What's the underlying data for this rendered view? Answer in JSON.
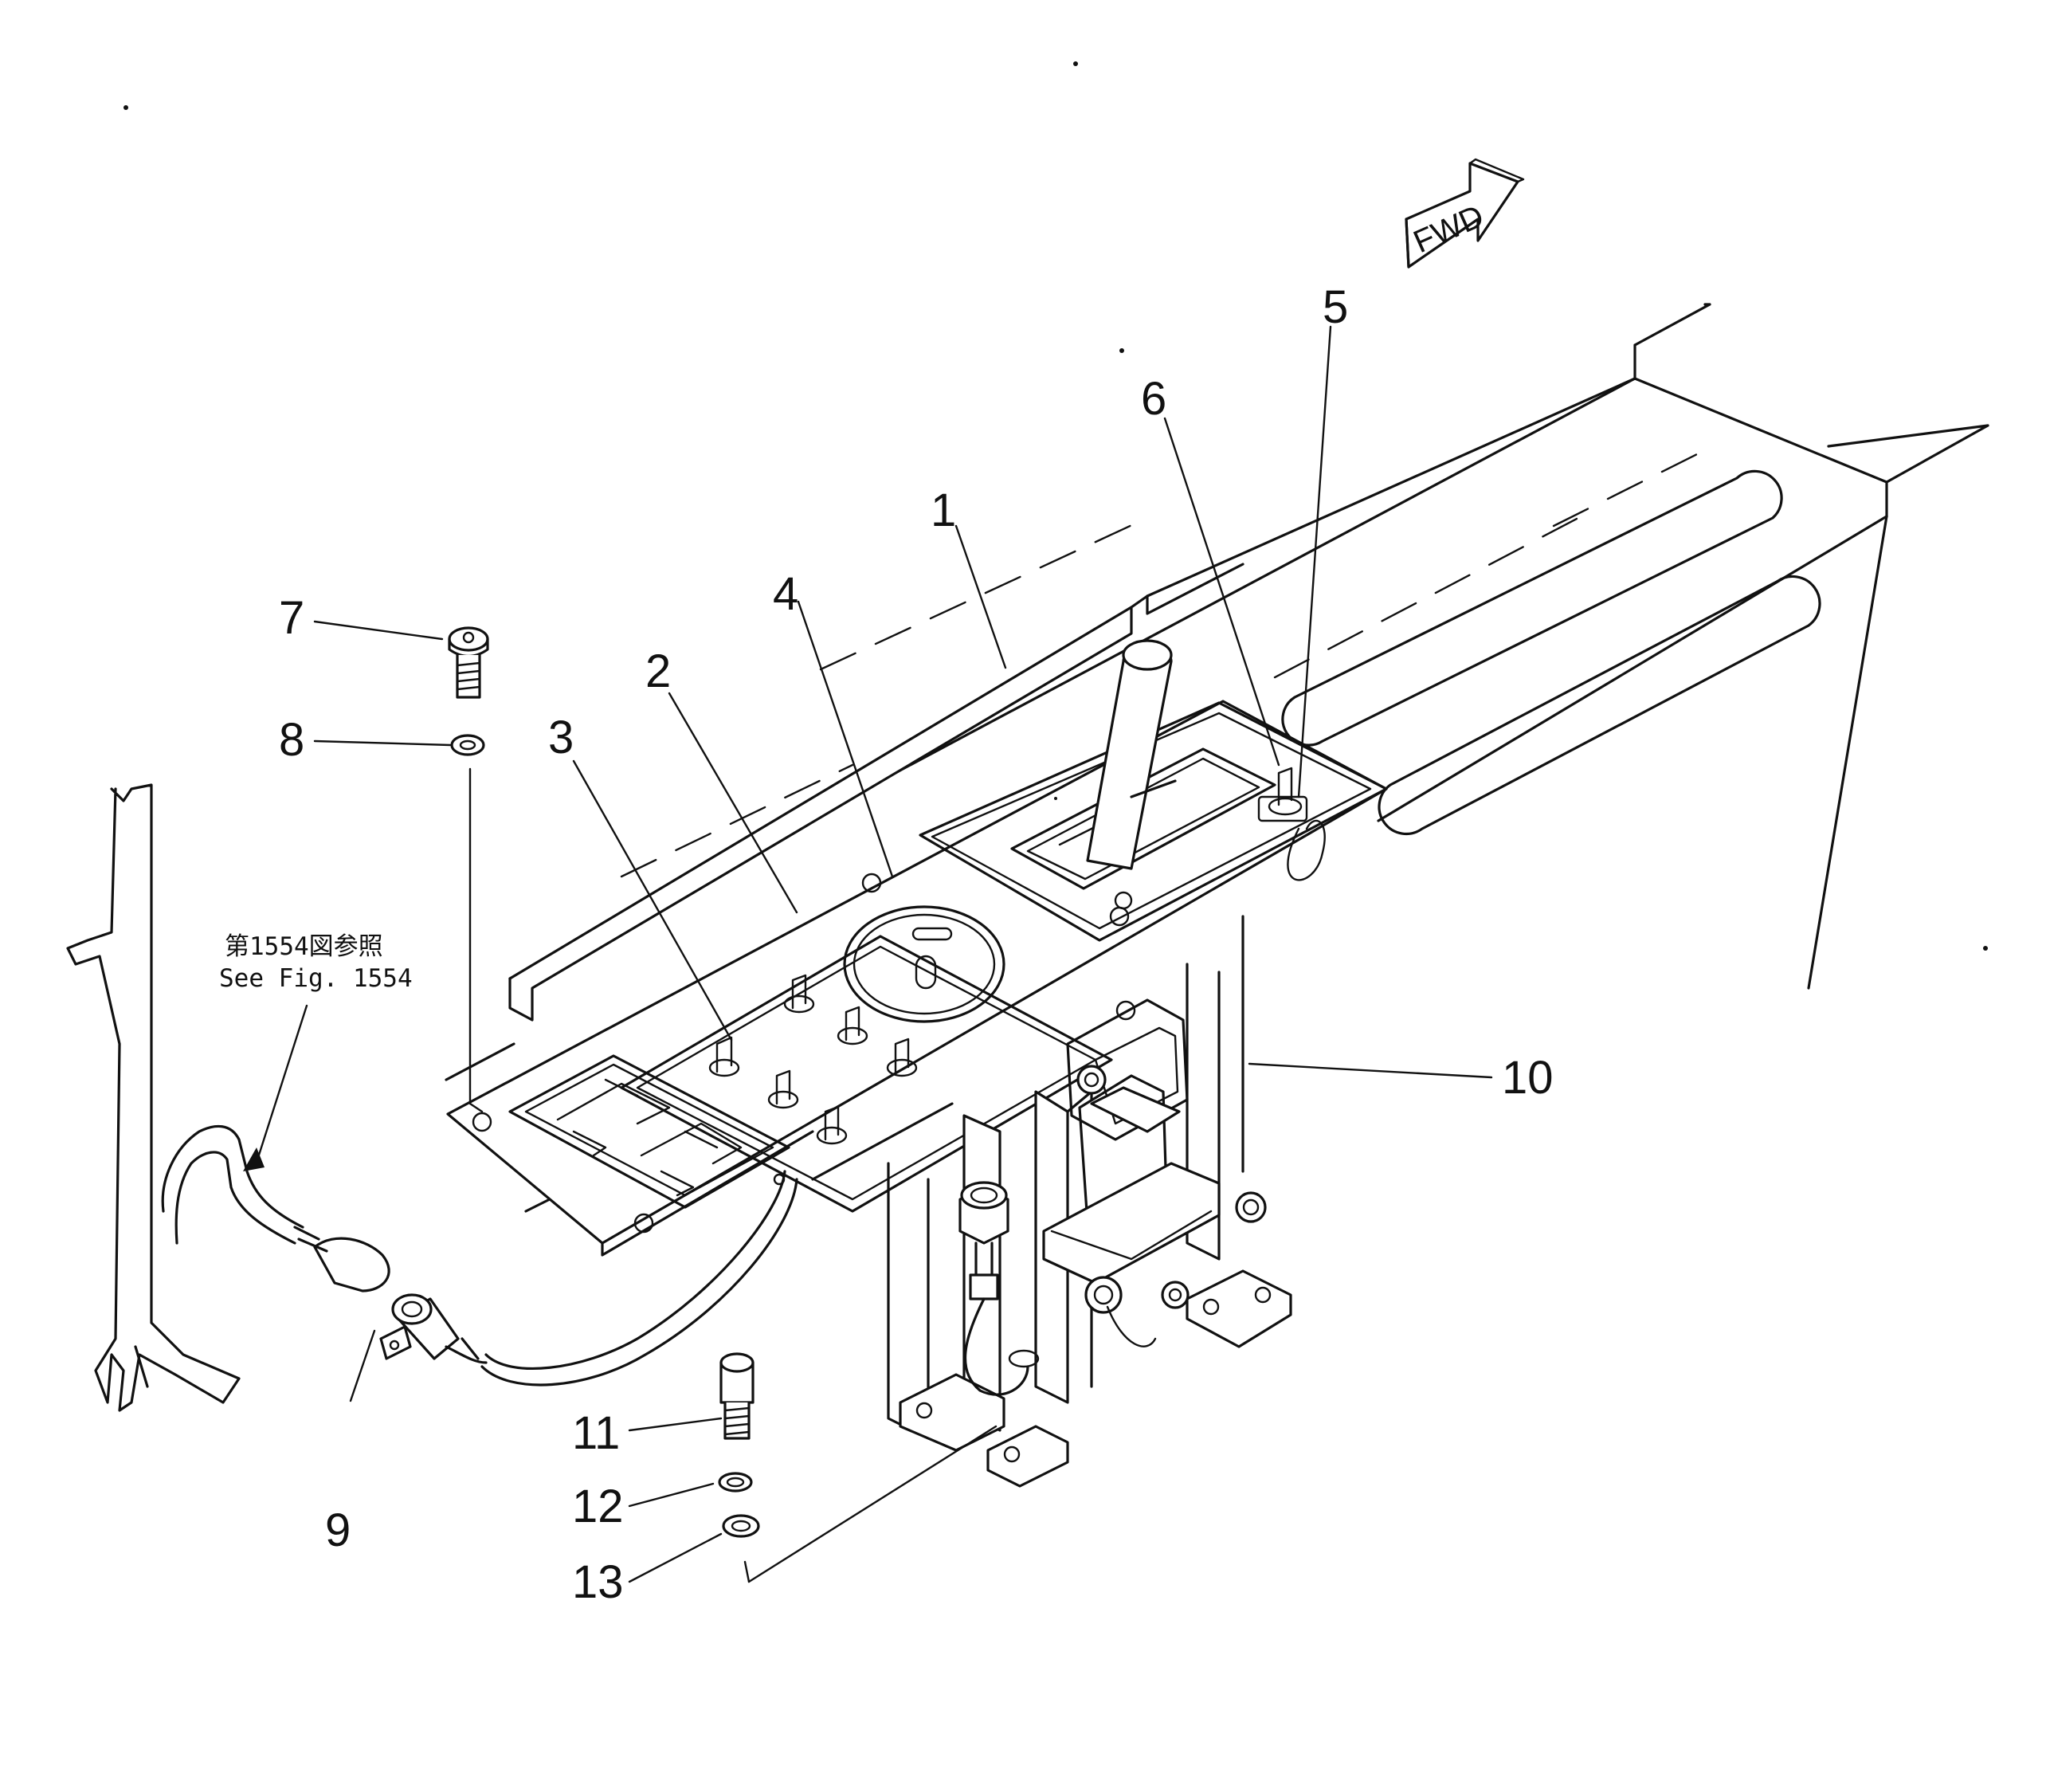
{
  "callouts": [
    "1",
    "2",
    "3",
    "4",
    "5",
    "6",
    "7",
    "8",
    "9",
    "10",
    "11",
    "12",
    "13"
  ],
  "reference": {
    "japanese": "第1554図参照",
    "english": "See Fig. 1554"
  },
  "direction_label": "FWD"
}
